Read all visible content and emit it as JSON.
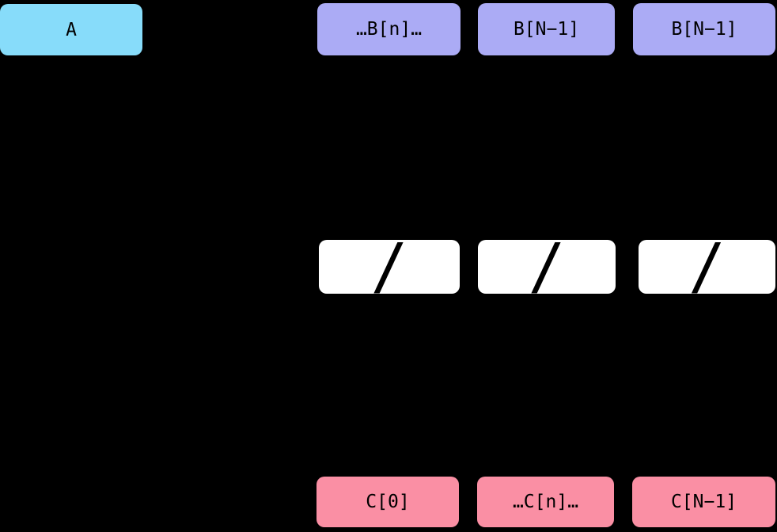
{
  "diagram": {
    "background": "#000000",
    "text_color": "#000000",
    "nodes": {
      "a": {
        "label": "A",
        "color": "#87DCFA"
      },
      "b": [
        {
          "label": "…B[n]…",
          "color": "#ABABF5"
        },
        {
          "label": "B[N−1]",
          "color": "#ABABF5"
        },
        {
          "label": "B[N−1]",
          "color": "#ABABF5"
        }
      ],
      "operators": [
        {
          "label": "/",
          "color": "#FFFFFF"
        },
        {
          "label": "/",
          "color": "#FFFFFF"
        },
        {
          "label": "/",
          "color": "#FFFFFF"
        }
      ],
      "c": [
        {
          "label": "C[0]",
          "color": "#FA8FA4"
        },
        {
          "label": "…C[n]…",
          "color": "#FA8FA4"
        },
        {
          "label": "C[N−1]",
          "color": "#FA8FA4"
        }
      ]
    }
  }
}
